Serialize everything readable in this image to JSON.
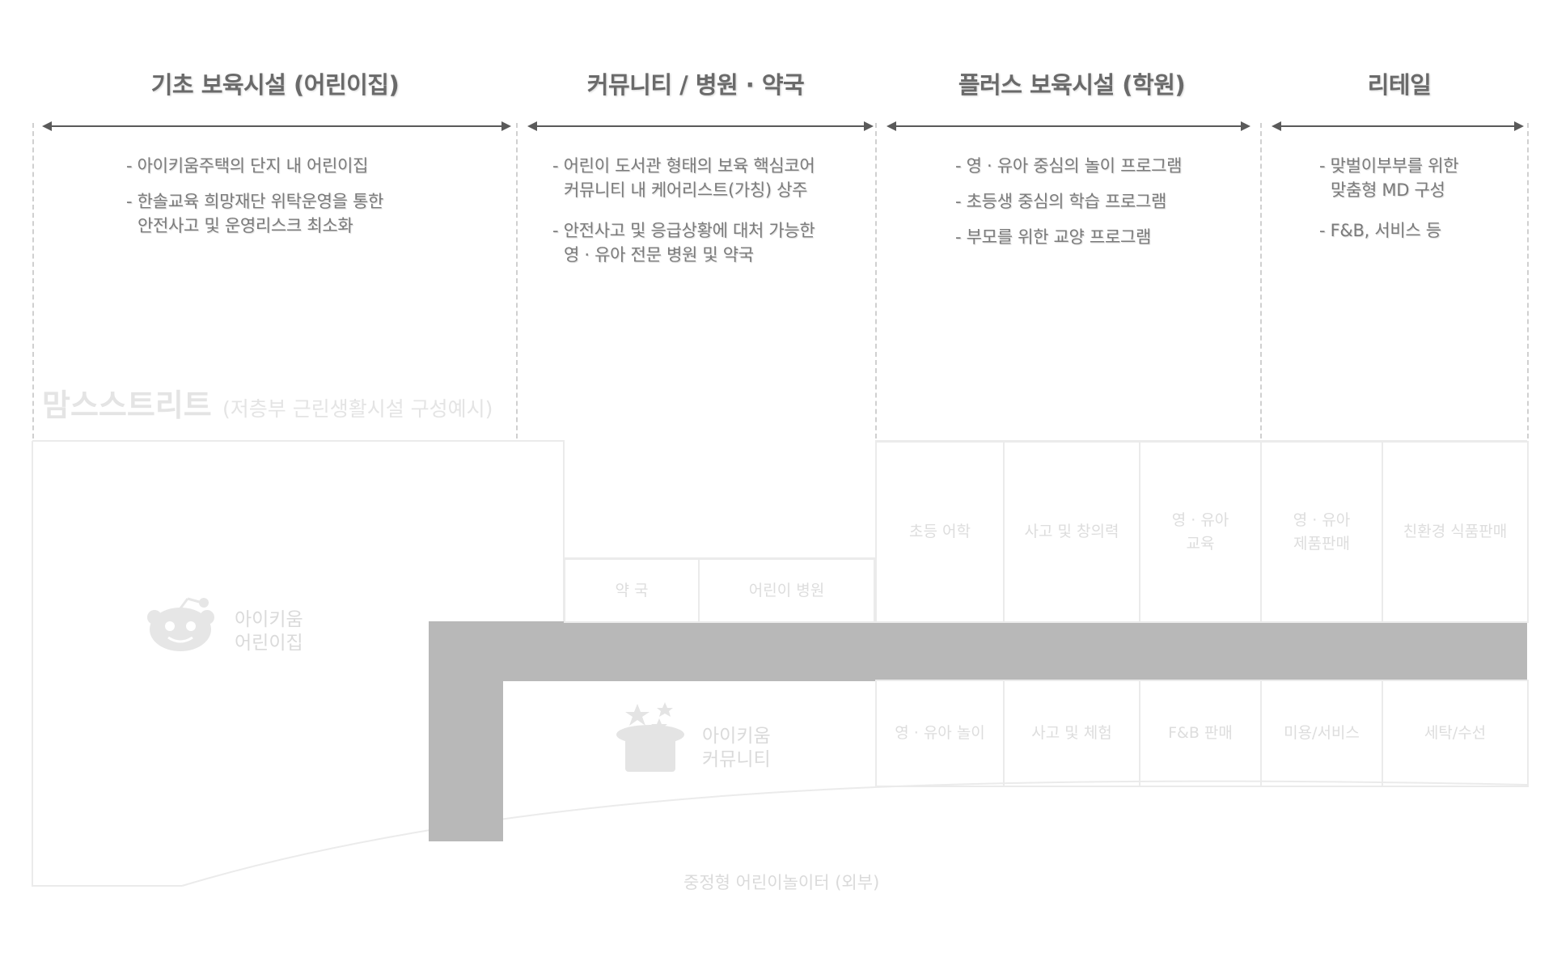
{
  "columns": [
    {
      "title": "기초 보육시설 (어린이집)",
      "bullets": [
        "- 아이키움주택의 단지 내 어린이집",
        "- 한솔교육 희망재단 위탁운영을 통한\n안전사고 및 운영리스크 최소화"
      ]
    },
    {
      "title": "커뮤니티 / 병원 · 약국",
      "bullets": [
        "- 어린이 도서관 형태의 보육 핵심코어\n커뮤니티 내 케어리스트(가칭) 상주",
        "- 안전사고 및 응급상황에 대처 가능한\n영 · 유아 전문 병원 및 약국"
      ]
    },
    {
      "title": "플러스 보육시설 (학원)",
      "bullets": [
        "- 영 · 유아 중심의 놀이 프로그램",
        "- 초등생 중심의 학습 프로그램",
        "- 부모를 위한 교양 프로그램"
      ]
    },
    {
      "title": "리테일",
      "bullets": [
        "- 맞벌이부부를 위한\n맞춤형 MD 구성",
        "- F&B, 서비스 등"
      ]
    }
  ],
  "section": {
    "title": "맘스스트리트",
    "subtitle": "(저층부 근린생활시설 구성예시)"
  },
  "daycare": {
    "label": "아이키움\n어린이집",
    "icon": "face-icon"
  },
  "community": {
    "label": "아이키움\n커뮤니티",
    "icon": "magic-hat-icon"
  },
  "clinic": {
    "pharmacy": "약 국",
    "hospital": "어린이 병원"
  },
  "upper_cells": [
    "초등 어학",
    "사고 및 창의력",
    "영 · 유아\n교육",
    "영 · 유아\n제품판매",
    "친환경 식품판매"
  ],
  "lower_cells": [
    "영 · 유아 놀이",
    "사고 및 체험",
    "F&B 판매",
    "미용/서비스",
    "세탁/수선"
  ],
  "ground_label": "중정형 어린이놀이터 (외부)",
  "colors": {
    "band": "#b8b8b8",
    "outline": "#ebebeb",
    "faint_text": "#dadada",
    "heading": "#6a6a6a"
  }
}
